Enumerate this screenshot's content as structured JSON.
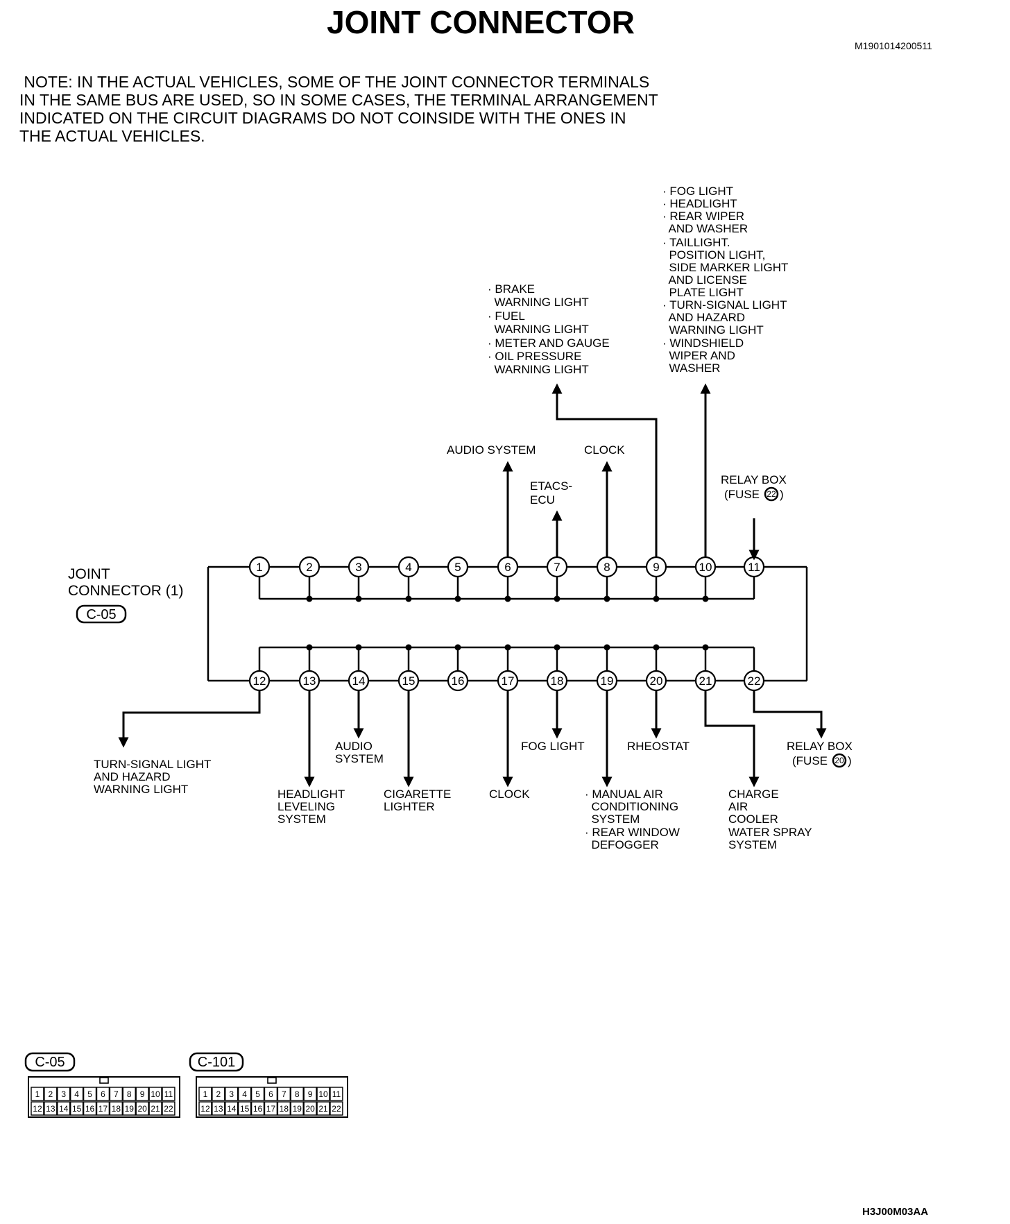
{
  "title": "JOINT CONNECTOR",
  "doc_id": "M1901014200511",
  "note_lines": [
    " NOTE: IN THE ACTUAL VEHICLES, SOME OF THE JOINT CONNECTOR TERMINALS",
    "IN THE SAME BUS ARE USED, SO IN SOME CASES, THE TERMINAL ARRANGEMENT",
    "INDICATED ON THE CIRCUIT DIAGRAMS DO NOT COINSIDE WITH THE ONES IN",
    "THE ACTUAL VEHICLES."
  ],
  "connector": {
    "name_lines": [
      "JOINT",
      "CONNECTOR (1)"
    ],
    "code": "C-05"
  },
  "pins_top": [
    "1",
    "2",
    "3",
    "4",
    "5",
    "6",
    "7",
    "8",
    "9",
    "10",
    "11"
  ],
  "pins_bottom": [
    "12",
    "13",
    "14",
    "15",
    "16",
    "17",
    "18",
    "19",
    "20",
    "21",
    "22"
  ],
  "labels": {
    "pin6": "AUDIO SYSTEM",
    "pin7": [
      "ETACS-",
      "ECU"
    ],
    "pin8": "CLOCK",
    "pin9": [
      "· BRAKE",
      "  WARNING LIGHT",
      "· FUEL",
      "  WARNING LIGHT",
      "· METER AND GAUGE",
      "· OIL PRESSURE",
      "  WARNING LIGHT"
    ],
    "pin10": [
      "· FOG LIGHT",
      "· HEADLIGHT",
      "· REAR WIPER",
      "  AND WASHER",
      "· TAILLIGHT.",
      "  POSITION LIGHT,",
      "  SIDE MARKER LIGHT",
      "  AND LICENSE",
      "  PLATE LIGHT",
      "· TURN-SIGNAL LIGHT",
      "  AND HAZARD",
      "  WARNING LIGHT",
      "· WINDSHIELD",
      "  WIPER AND",
      "  WASHER"
    ],
    "pin11": [
      "RELAY BOX",
      "(FUSE",
      "22",
      ")"
    ],
    "pin12": [
      "TURN-SIGNAL LIGHT",
      "AND HAZARD",
      "WARNING LIGHT"
    ],
    "pin13": [
      "HEADLIGHT",
      "LEVELING",
      "SYSTEM"
    ],
    "pin14": [
      "AUDIO",
      "SYSTEM"
    ],
    "pin15": [
      "CIGARETTE",
      "LIGHTER"
    ],
    "pin17": "CLOCK",
    "pin18": "FOG LIGHT",
    "pin19": [
      "· MANUAL AIR",
      "  CONDITIONING",
      "  SYSTEM",
      "· REAR WINDOW",
      "  DEFOGGER"
    ],
    "pin20": "RHEOSTAT",
    "pin21": [
      "CHARGE",
      "AIR",
      "COOLER",
      "WATER SPRAY",
      "SYSTEM"
    ],
    "pin22": [
      "RELAY BOX",
      "(FUSE",
      "20",
      ")"
    ]
  },
  "connector_views": [
    {
      "code": "C-05",
      "row1": [
        "1",
        "2",
        "3",
        "4",
        "5",
        "6",
        "7",
        "8",
        "9",
        "10",
        "11"
      ],
      "row2": [
        "12",
        "13",
        "14",
        "15",
        "16",
        "17",
        "18",
        "19",
        "20",
        "21",
        "22"
      ]
    },
    {
      "code": "C-101",
      "row1": [
        "1",
        "2",
        "3",
        "4",
        "5",
        "6",
        "7",
        "8",
        "9",
        "10",
        "11"
      ],
      "row2": [
        "12",
        "13",
        "14",
        "15",
        "16",
        "17",
        "18",
        "19",
        "20",
        "21",
        "22"
      ]
    }
  ],
  "figure_id": "H3J00M03AA"
}
